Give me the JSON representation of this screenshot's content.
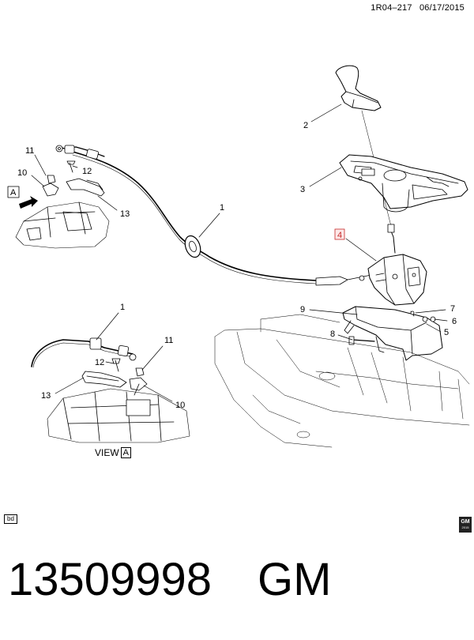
{
  "header": {
    "diagram_code": "1R04–217",
    "date": "06/17/2015"
  },
  "callouts": {
    "main": [
      {
        "id": "c-1",
        "text": "1"
      },
      {
        "id": "c-2",
        "text": "2"
      },
      {
        "id": "c-3",
        "text": "3"
      },
      {
        "id": "c-4",
        "text": "4"
      },
      {
        "id": "c-5",
        "text": "5"
      },
      {
        "id": "c-6",
        "text": "6"
      },
      {
        "id": "c-7",
        "text": "7"
      },
      {
        "id": "c-8",
        "text": "8"
      },
      {
        "id": "c-9",
        "text": "9"
      }
    ],
    "top_left": [
      {
        "id": "tl-11",
        "text": "11"
      },
      {
        "id": "tl-10",
        "text": "10"
      },
      {
        "id": "tl-12",
        "text": "12"
      },
      {
        "id": "tl-13",
        "text": "13"
      }
    ],
    "view_a": [
      {
        "id": "va-1",
        "text": "1"
      },
      {
        "id": "va-11",
        "text": "11"
      },
      {
        "id": "va-12",
        "text": "12"
      },
      {
        "id": "va-13",
        "text": "13"
      },
      {
        "id": "va-10",
        "text": "10"
      }
    ]
  },
  "view_marker": "A",
  "view_label": {
    "prefix": "VIEW",
    "letter": "A"
  },
  "bd_tag": "bd",
  "gm_logo": {
    "text": "GM",
    "subtext": "2015"
  },
  "footer": {
    "part_number": "13509998",
    "brand": "GM"
  }
}
